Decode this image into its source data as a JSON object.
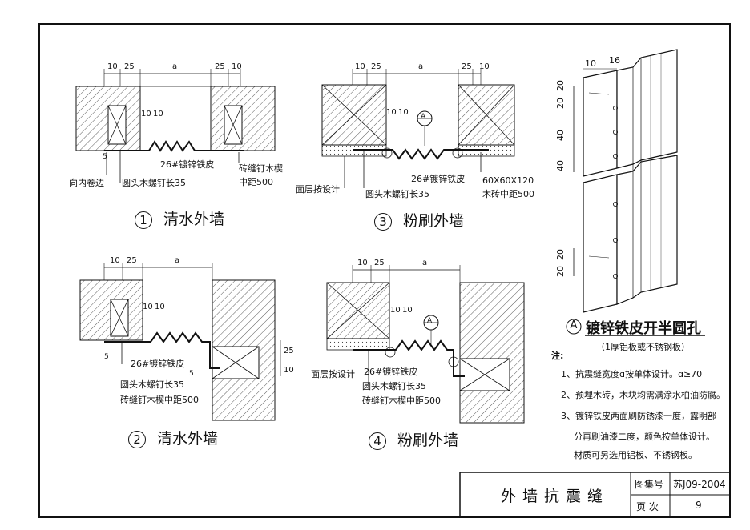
{
  "dimensions": {
    "d10": "10",
    "d25": "25",
    "da": "a",
    "d5": "5",
    "d16": "16",
    "d20": "20",
    "d40": "40"
  },
  "callouts": {
    "sheet_26": "26",
    "sheet_label": "镀锌铁皮",
    "screw": "圆头木螺钉长35",
    "inward_fold": "向内卷边",
    "wood_wedge": "砖缝钉木楔",
    "spacing_500": "中距500",
    "wedge_spacing": "砖缝钉木楔中距500",
    "block_size": "60X60X120",
    "block_spacing": "木砖中距500",
    "finish_layer": "面层按设计",
    "detail_a": "A"
  },
  "views": [
    {
      "number": "1",
      "title": "清水外墙"
    },
    {
      "number": "3",
      "title": "粉刷外墙"
    },
    {
      "number": "2",
      "title": "清水外墙"
    },
    {
      "number": "4",
      "title": "粉刷外墙"
    }
  ],
  "detail_a": {
    "letter": "A",
    "title": "镀锌铁皮开半圆孔",
    "subtitle": "（1厚铝板或不锈钢板）"
  },
  "notes": {
    "heading": "注:",
    "items": [
      "1、抗震缝宽度ɑ按单体设计。ɑ≥70",
      "2、预埋木砖，木块均需满涂水柏油防腐。",
      "3、镀锌铁皮两面刷防锈漆一度，露明部",
      "分再刷油漆二度，颜色按单体设计。",
      "材质可另选用铝板、不锈钢板。"
    ]
  },
  "title_block": {
    "title": "外墙抗震缝",
    "atlas_label": "图集号",
    "atlas_value": "苏J09-2004",
    "page_label": "页  次",
    "page_value": "9"
  }
}
